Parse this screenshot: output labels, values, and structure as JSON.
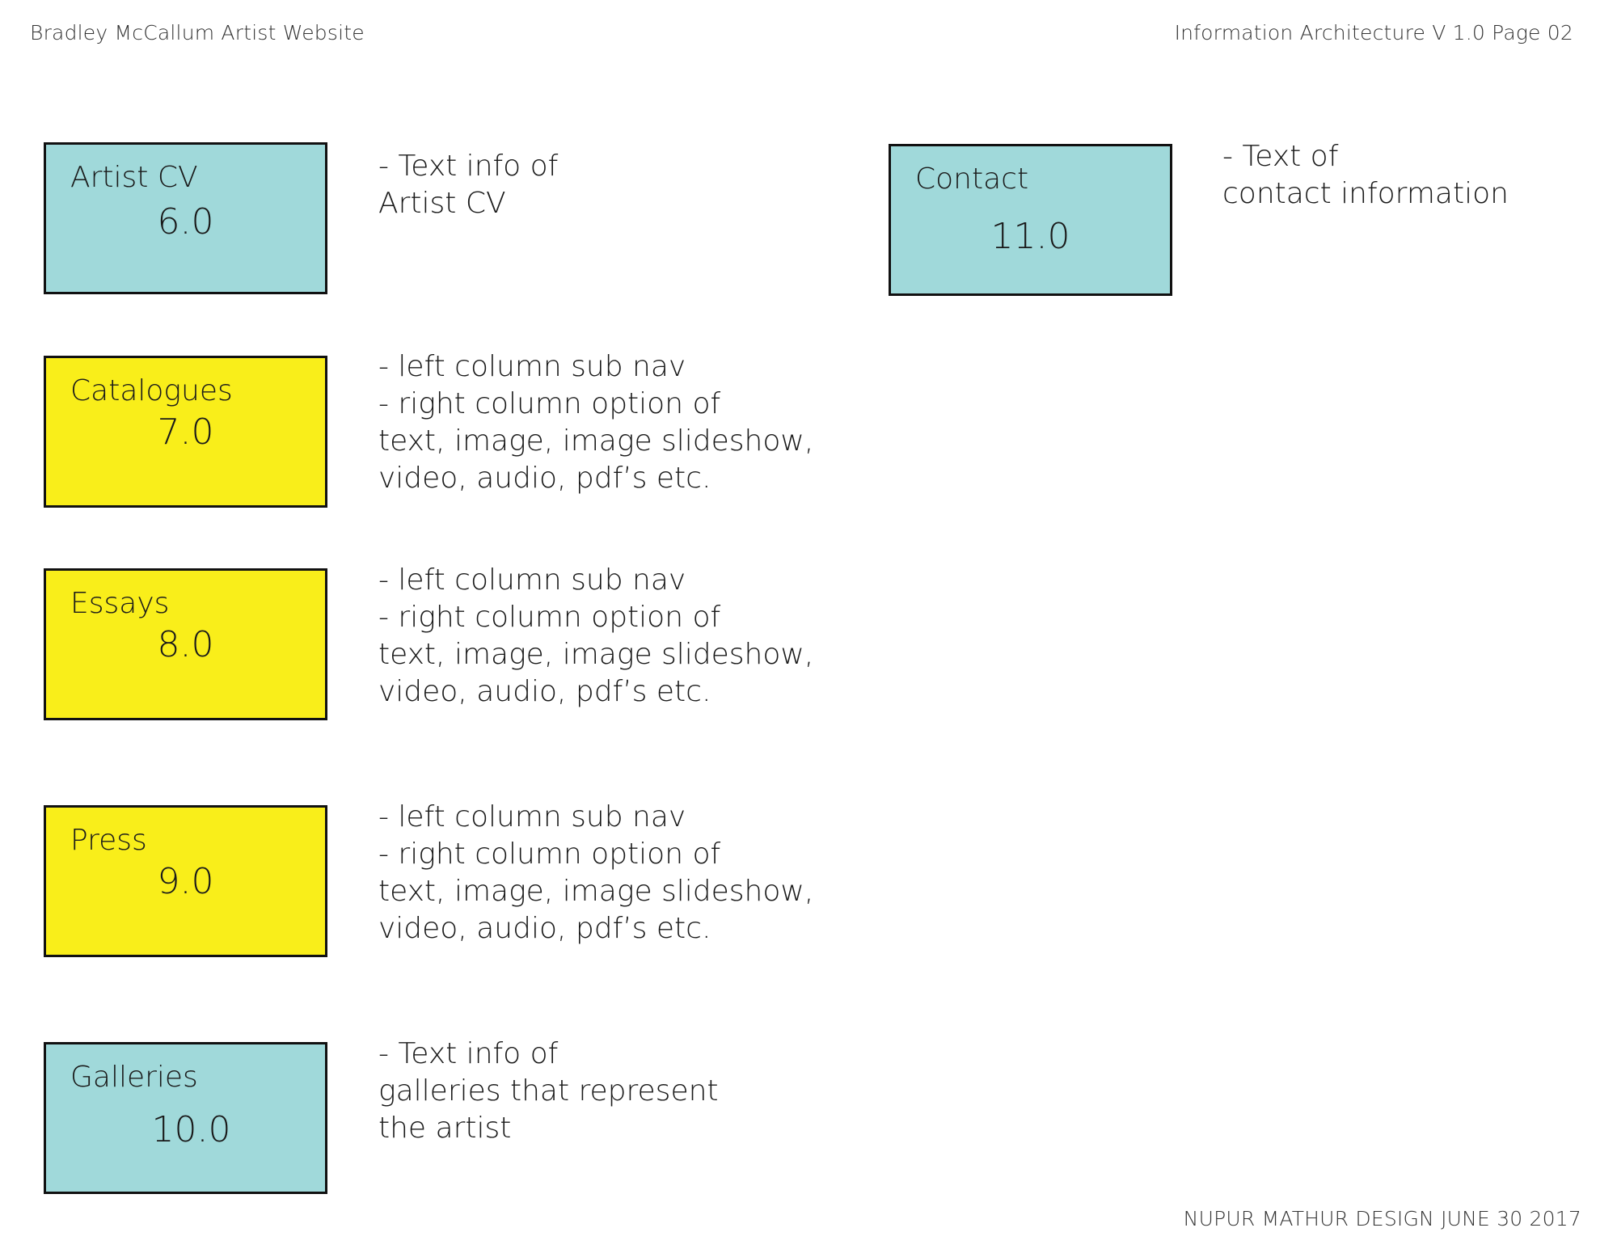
{
  "header": {
    "left_title": "Bradley McCallum Artist Website",
    "right_title": "Information Architecture V 1.0 Page 02"
  },
  "footer": {
    "credit": "NUPUR MATHUR DESIGN JUNE 30 2017"
  },
  "colors": {
    "teal": "#a0d9da",
    "yellow": "#f9ee1a"
  },
  "nodes": [
    {
      "label": "Artist CV",
      "number": "6.0",
      "color": "teal",
      "description": [
        "- Text info of",
        "Artist CV"
      ]
    },
    {
      "label": "Catalogues",
      "number": "7.0",
      "color": "yellow",
      "description": [
        "- left column sub nav",
        "- right column option of",
        "text, image, image slideshow,",
        "video, audio, pdf’s etc."
      ]
    },
    {
      "label": "Essays",
      "number": "8.0",
      "color": "yellow",
      "description": [
        "- left column sub nav",
        "- right column option of",
        "text, image, image slideshow,",
        "video, audio, pdf’s etc."
      ]
    },
    {
      "label": "Press",
      "number": "9.0",
      "color": "yellow",
      "description": [
        "- left column sub nav",
        "- right column option of",
        "text, image, image slideshow,",
        "video, audio, pdf’s etc."
      ]
    },
    {
      "label": "Galleries",
      "number": "10.0",
      "color": "teal",
      "description": [
        "- Text info of",
        "galleries that represent",
        "the artist"
      ]
    },
    {
      "label": "Contact",
      "number": "11.0",
      "color": "teal",
      "description": [
        "- Text of",
        "contact information"
      ]
    }
  ]
}
